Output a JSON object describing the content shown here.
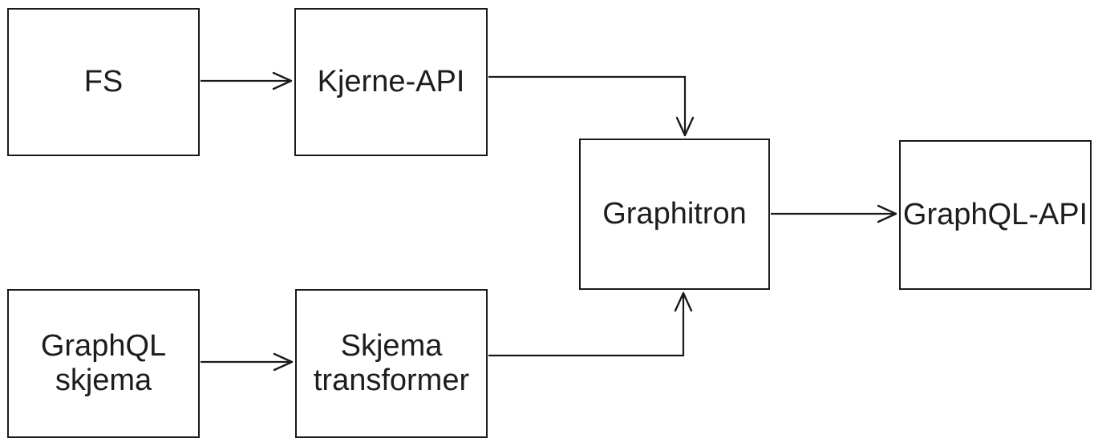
{
  "diagram": {
    "type": "flowchart",
    "background": "#ffffff",
    "stroke_color": "#1a1a1a",
    "text_color": "#1d1d1d",
    "nodes": {
      "fs": {
        "label": "FS"
      },
      "kjerne_api": {
        "label": "Kjerne-API"
      },
      "graphql_skjema": {
        "label": "GraphQL\nskjema"
      },
      "skjema_transformer": {
        "label": "Skjema\ntransformer"
      },
      "graphitron": {
        "label": "Graphitron"
      },
      "graphql_api": {
        "label": "GraphQL-API"
      }
    },
    "edges": [
      {
        "from": "FS",
        "to": "Kjerne-API",
        "style": "open-arrow"
      },
      {
        "from": "Kjerne-API",
        "to": "Graphitron",
        "style": "open-arrow",
        "route": "right-then-down"
      },
      {
        "from": "GraphQL skjema",
        "to": "Skjema transformer",
        "style": "open-arrow"
      },
      {
        "from": "Skjema transformer",
        "to": "Graphitron",
        "style": "open-arrow",
        "route": "right-then-up"
      },
      {
        "from": "Graphitron",
        "to": "GraphQL-API",
        "style": "open-arrow"
      }
    ]
  }
}
